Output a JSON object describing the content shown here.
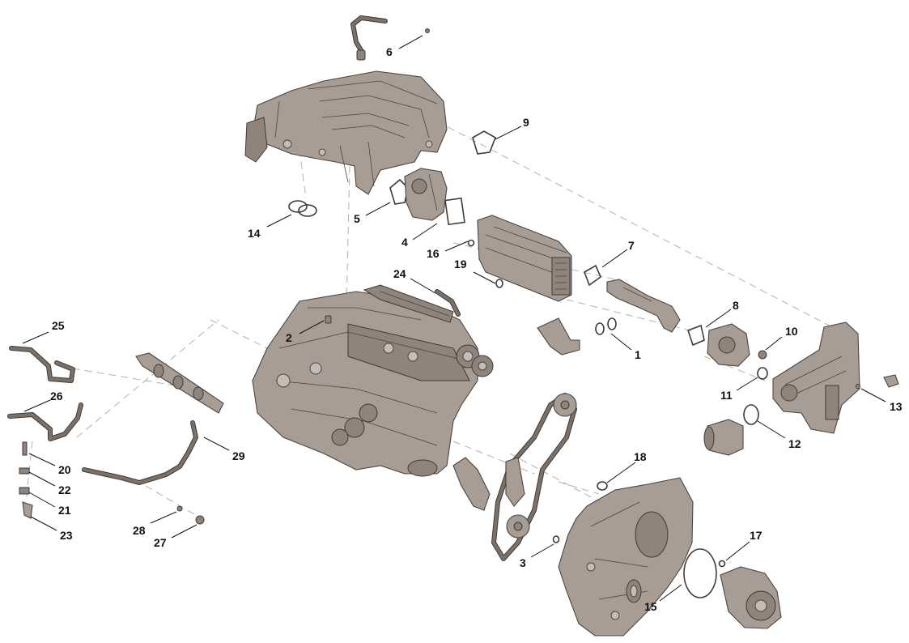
{
  "callouts": [
    {
      "id": "c1",
      "label": "1"
    },
    {
      "id": "c2",
      "label": "2"
    },
    {
      "id": "c3",
      "label": "3"
    },
    {
      "id": "c4",
      "label": "4"
    },
    {
      "id": "c5",
      "label": "5"
    },
    {
      "id": "c6",
      "label": "6"
    },
    {
      "id": "c7",
      "label": "7"
    },
    {
      "id": "c8",
      "label": "8"
    },
    {
      "id": "c9",
      "label": "9"
    },
    {
      "id": "c10",
      "label": "10"
    },
    {
      "id": "c11",
      "label": "11"
    },
    {
      "id": "c12",
      "label": "12"
    },
    {
      "id": "c13",
      "label": "13"
    },
    {
      "id": "c14",
      "label": "14"
    },
    {
      "id": "c15",
      "label": "15"
    },
    {
      "id": "c16",
      "label": "16"
    },
    {
      "id": "c17",
      "label": "17"
    },
    {
      "id": "c18",
      "label": "18"
    },
    {
      "id": "c19",
      "label": "19"
    },
    {
      "id": "c20",
      "label": "20"
    },
    {
      "id": "c21",
      "label": "21"
    },
    {
      "id": "c22",
      "label": "22"
    },
    {
      "id": "c23",
      "label": "23"
    },
    {
      "id": "c24",
      "label": "24"
    },
    {
      "id": "c25",
      "label": "25"
    },
    {
      "id": "c26",
      "label": "26"
    },
    {
      "id": "c27",
      "label": "27"
    },
    {
      "id": "c28",
      "label": "28"
    },
    {
      "id": "c29",
      "label": "29"
    }
  ],
  "colors": {
    "part_fill": "#a79d95",
    "part_outline": "#4b4540",
    "callout_text": "#111111",
    "dashed_guide": "#b5b0ab",
    "background": "#ffffff"
  }
}
